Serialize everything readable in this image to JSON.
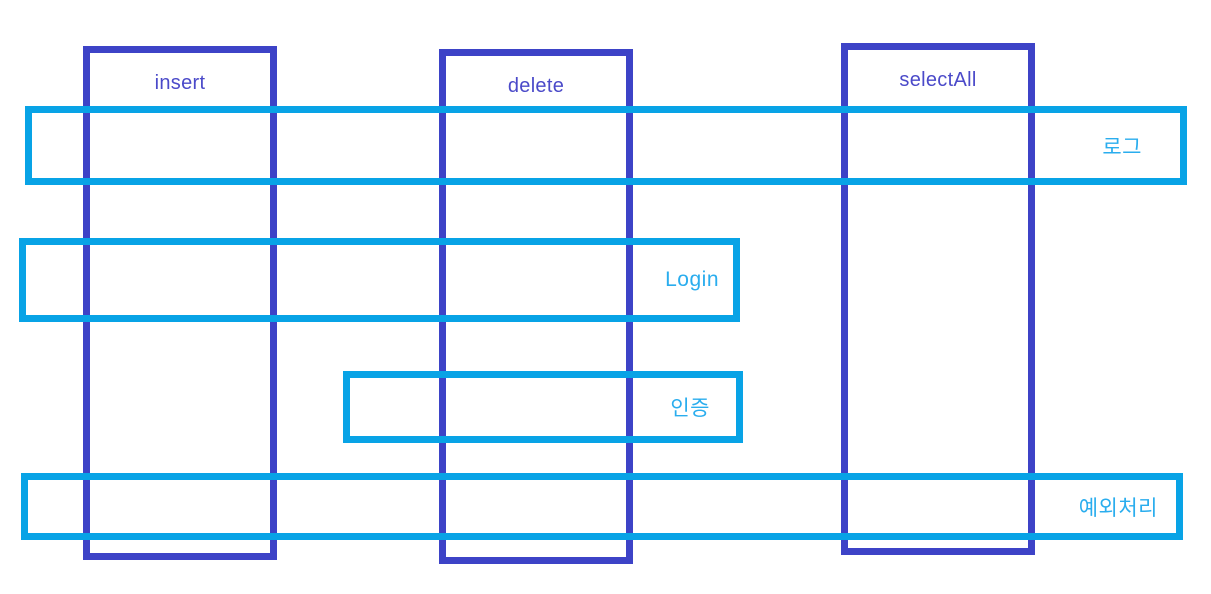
{
  "diagram": {
    "core_boxes": [
      {
        "label": "insert"
      },
      {
        "label": "delete"
      },
      {
        "label": "selectAll"
      }
    ],
    "concern_boxes": [
      {
        "label": "로그"
      },
      {
        "label": "Login"
      },
      {
        "label": "인증"
      },
      {
        "label": "예외처리"
      }
    ],
    "colors": {
      "core_border": "#3d43c7",
      "core_text": "#4b4ac9",
      "concern_border": "#08a3e6",
      "concern_text": "#2aadee",
      "background": "#ffffff"
    }
  }
}
